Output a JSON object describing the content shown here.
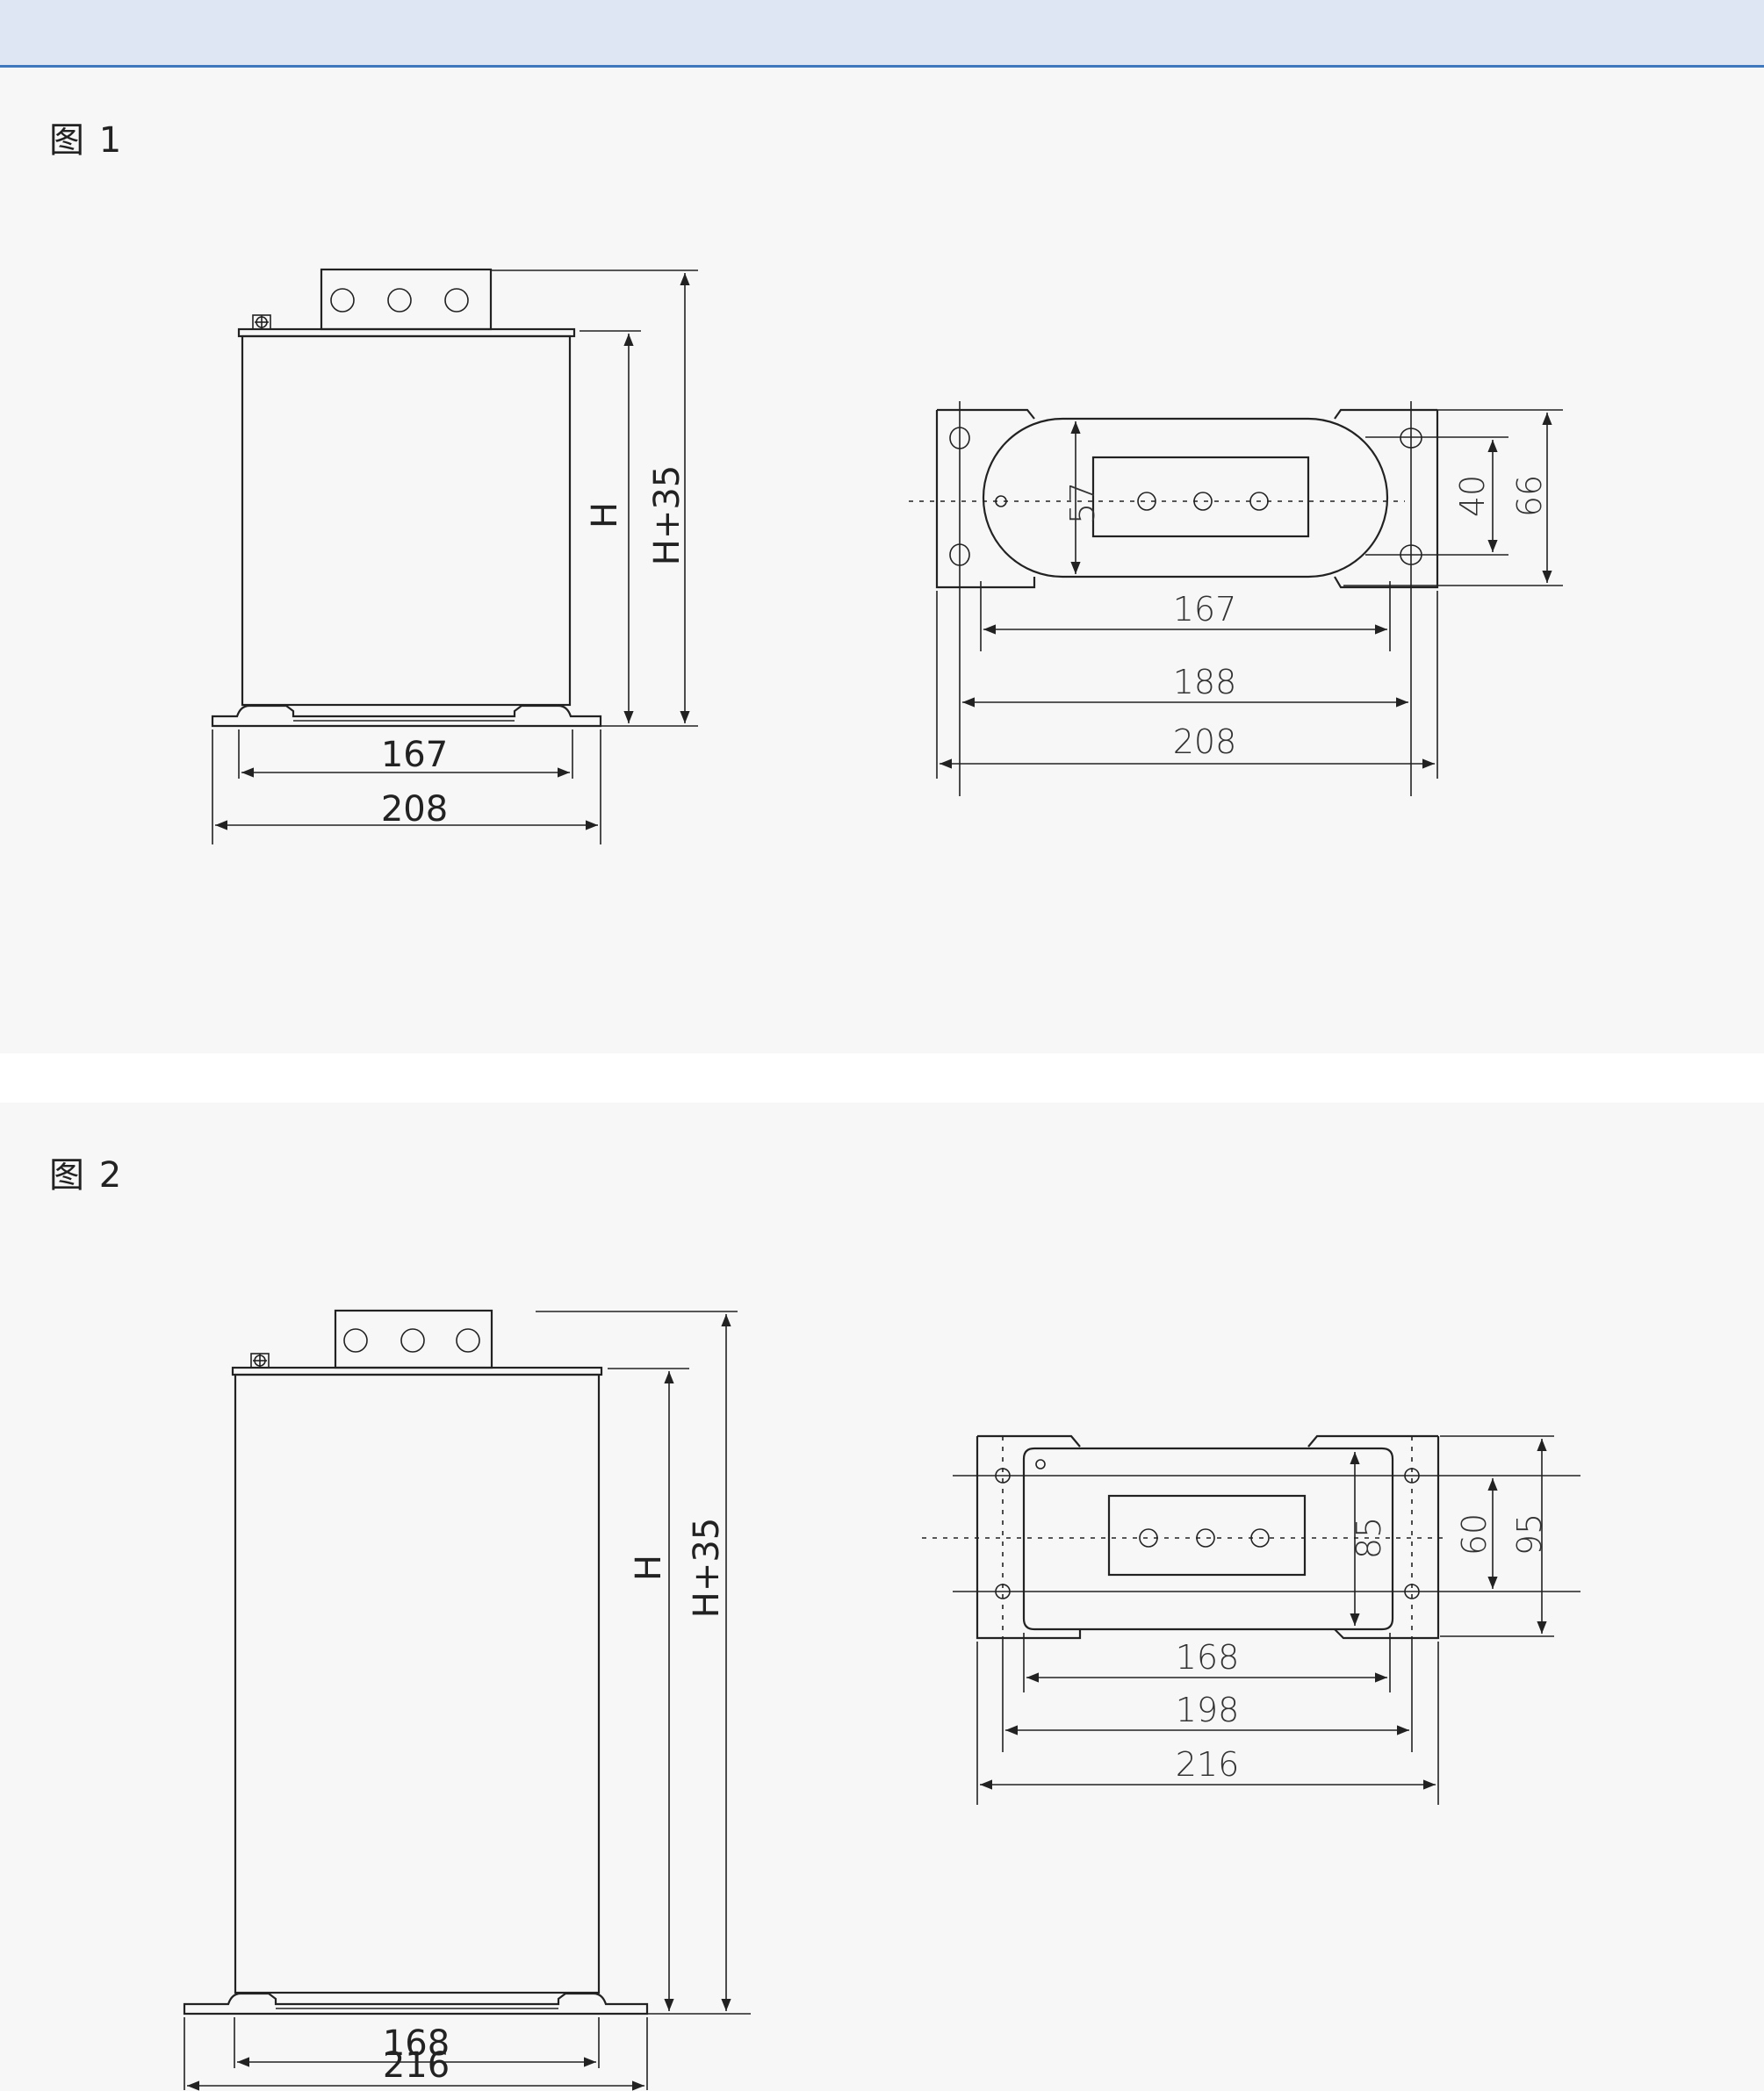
{
  "figures": [
    {
      "label": "图 1",
      "side": {
        "height": "H",
        "total_height": "H+35",
        "inner_width": "167",
        "outer_width": "208"
      },
      "top": {
        "d_57": "57",
        "d_40": "40",
        "d_66": "66",
        "w_167": "167",
        "w_188": "188",
        "w_208": "208"
      }
    },
    {
      "label": "图 2",
      "side": {
        "height": "H",
        "total_height": "H+35",
        "inner_width": "168",
        "outer_width": "216"
      },
      "top": {
        "d_85": "85",
        "d_60": "60",
        "d_95": "95",
        "w_168": "168",
        "w_198": "198",
        "w_216": "216"
      }
    }
  ],
  "icons": {
    "ground": "ground-terminal-icon",
    "terminal": "terminal-hole-icon",
    "mount": "mounting-hole-icon"
  }
}
